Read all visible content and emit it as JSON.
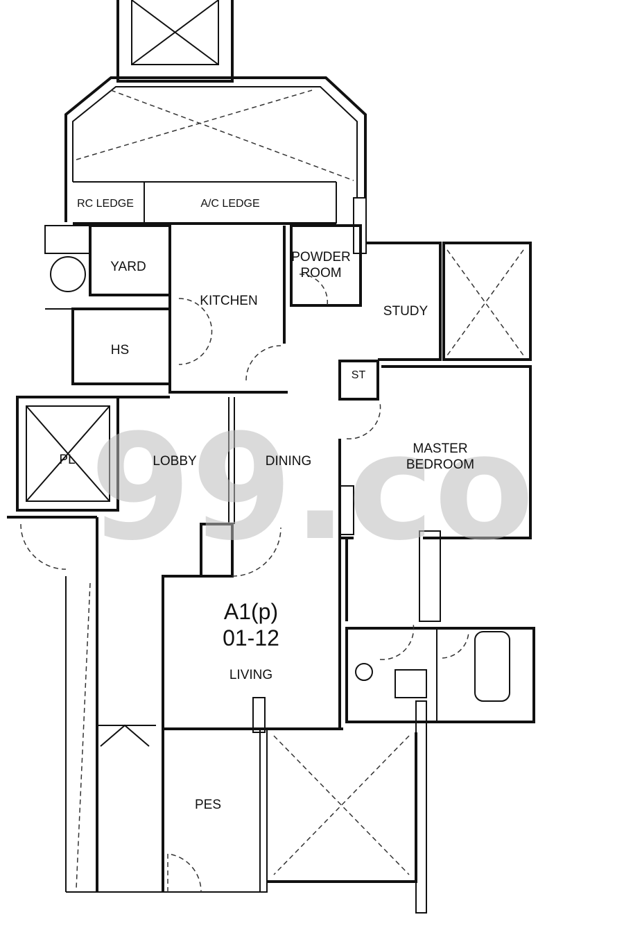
{
  "watermark": "99.co",
  "unit": {
    "type": "A1(p)",
    "number": "01-12"
  },
  "rooms": {
    "rc_ledge": "RC LEDGE",
    "ac_ledge": "A/C LEDGE",
    "yard": "YARD",
    "kitchen": "KITCHEN",
    "powder_room_1": "POWDER",
    "powder_room_2": "ROOM",
    "study": "STUDY",
    "hs": "HS",
    "st": "ST",
    "master_bedroom_1": "MASTER",
    "master_bedroom_2": "BEDROOM",
    "pl": "PL",
    "lobby": "LOBBY",
    "dining": "DINING",
    "living": "LIVING",
    "pes": "PES"
  }
}
